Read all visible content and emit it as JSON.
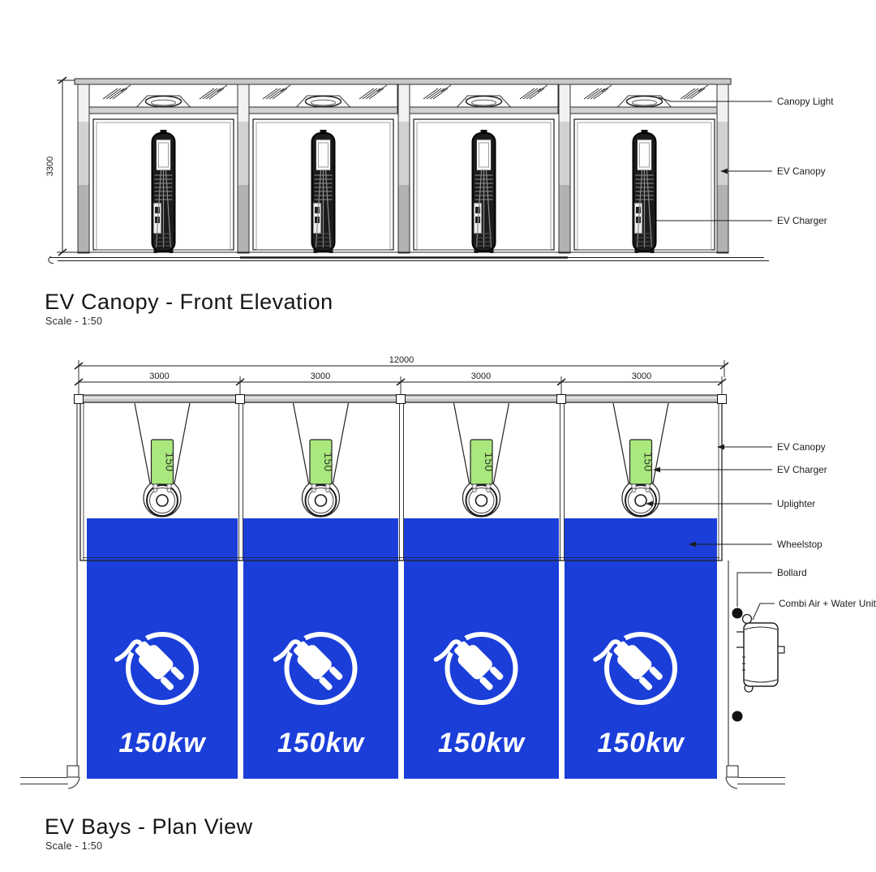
{
  "drawing": {
    "front_elevation": {
      "title": "EV Canopy - Front Elevation",
      "scale_label": "Scale - 1:50",
      "height_dimension": "3300",
      "callouts": {
        "canopy_light": "Canopy Light",
        "ev_canopy": "EV Canopy",
        "ev_charger": "EV Charger"
      }
    },
    "plan_view": {
      "title": "EV Bays - Plan View",
      "scale_label": "Scale - 1:50",
      "total_width_dimension": "12000",
      "bay_width_dimensions": [
        "3000",
        "3000",
        "3000",
        "3000"
      ],
      "bays": [
        {
          "charger_rating": "150",
          "bay_power": "150kw"
        },
        {
          "charger_rating": "150",
          "bay_power": "150kw"
        },
        {
          "charger_rating": "150",
          "bay_power": "150kw"
        },
        {
          "charger_rating": "150",
          "bay_power": "150kw"
        }
      ],
      "callouts": {
        "ev_canopy": "EV Canopy",
        "ev_charger": "EV Charger",
        "uplighter": "Uplighter",
        "wheelstop": "Wheelstop",
        "bollard": "Bollard",
        "combi_unit": "Combi Air + Water Unit"
      }
    },
    "colors": {
      "bay_blue": "#1b3ed9",
      "charger_green": "#a9e87d",
      "line_dark": "#1f1f1f",
      "structure_grey": "#c9c9c9"
    }
  }
}
